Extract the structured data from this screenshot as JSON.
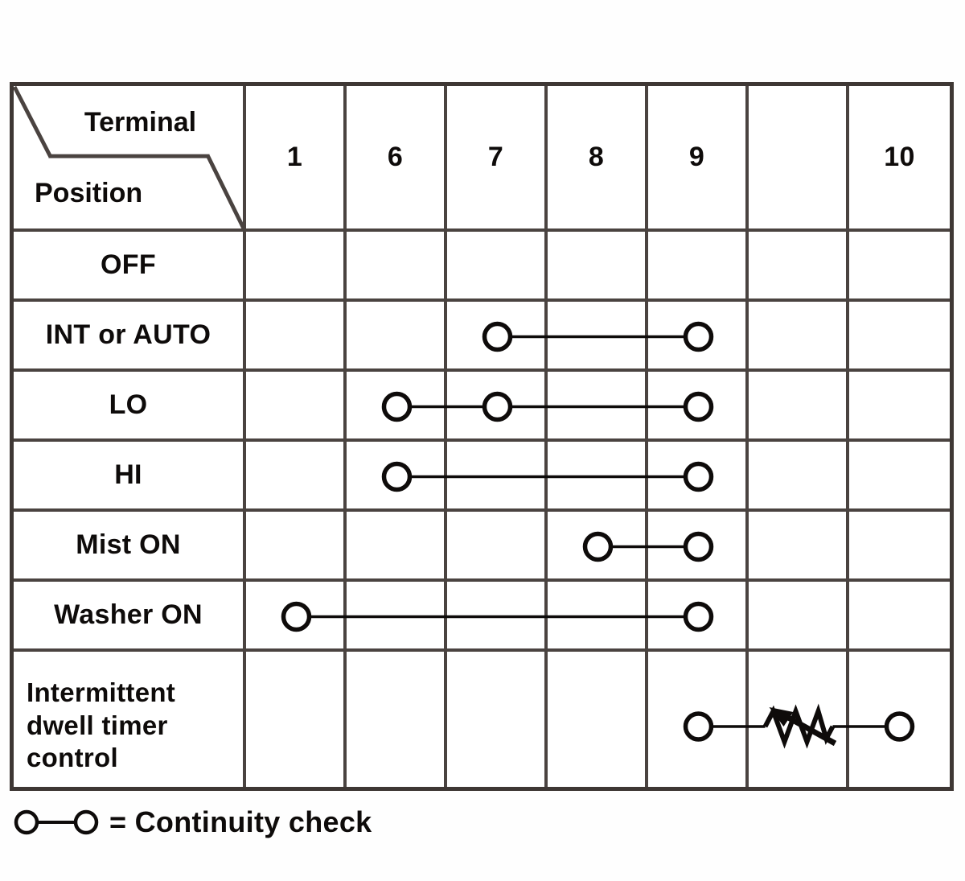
{
  "table": {
    "corner": {
      "top_label": "Terminal",
      "bottom_label": "Position"
    },
    "terminals": [
      "1",
      "6",
      "7",
      "8",
      "9",
      "",
      "10"
    ],
    "rows": [
      {
        "label": "OFF",
        "connections": []
      },
      {
        "label": "INT or AUTO",
        "connections": [
          {
            "terminals": [
              "7",
              "9"
            ]
          }
        ]
      },
      {
        "label": "LO",
        "connections": [
          {
            "terminals": [
              "6",
              "7",
              "9"
            ]
          }
        ]
      },
      {
        "label": "HI",
        "connections": [
          {
            "terminals": [
              "6",
              "9"
            ]
          }
        ]
      },
      {
        "label": "Mist ON",
        "connections": [
          {
            "terminals": [
              "8",
              "9"
            ]
          }
        ]
      },
      {
        "label": "Washer ON",
        "connections": [
          {
            "terminals": [
              "1",
              "9"
            ]
          }
        ]
      },
      {
        "label": "Intermittent dwell timer control",
        "connections": [
          {
            "terminals": [
              "9",
              "10"
            ],
            "through": "variable-resistor"
          }
        ]
      }
    ]
  },
  "legend": {
    "symbol": "circle-line-circle",
    "label": "= Continuity check"
  },
  "colors": {
    "grid_line": "#4a4340",
    "outer_border": "#3e3734",
    "ink": "#0e0b0a",
    "background": "#fefefe"
  }
}
